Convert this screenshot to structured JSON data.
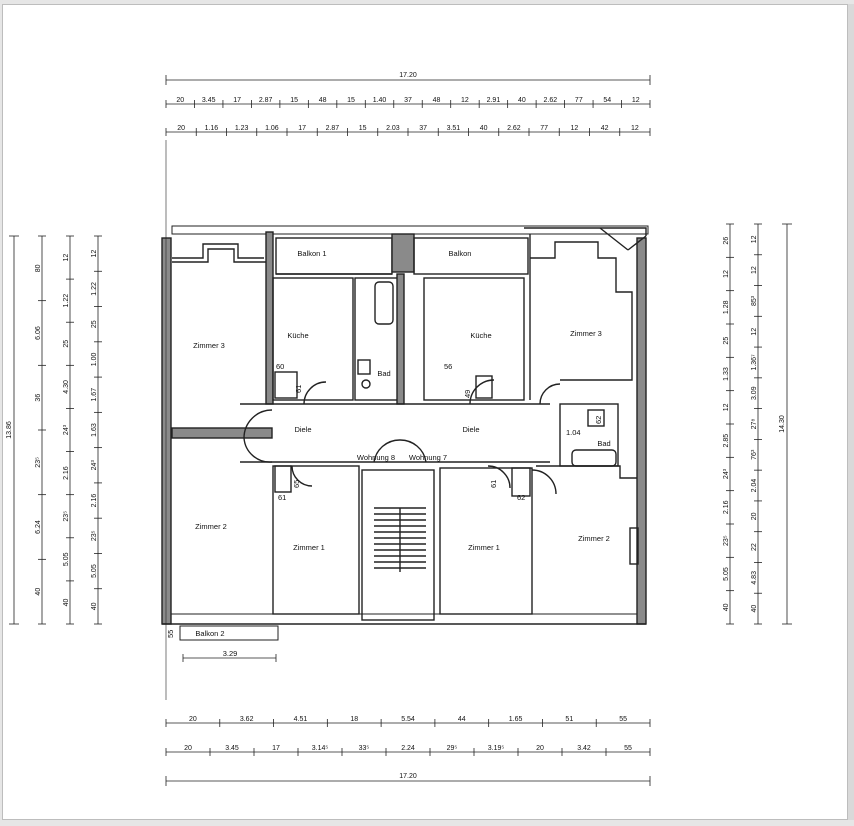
{
  "labels": {
    "balkon_1": "Balkon 1",
    "balkon": "Balkon",
    "balkon_2": "Balkon 2",
    "kueche_l": "Küche",
    "kueche_r": "Küche",
    "bad_l": "Bad",
    "bad_r": "Bad",
    "zimmer3_l": "Zimmer 3",
    "zimmer3_r": "Zimmer 3",
    "zimmer2_l": "Zimmer 2",
    "zimmer2_r": "Zimmer 2",
    "zimmer1_l": "Zimmer 1",
    "zimmer1_r": "Zimmer 1",
    "diele_l": "Diele",
    "diele_r": "Diele",
    "wohnung_8": "Wohnung 8",
    "wohnung_7": "Wohnung 7"
  },
  "small_dims": {
    "k60": "60",
    "k61": "61",
    "k56": "56",
    "k49": "49",
    "d65": "65",
    "d61": "61",
    "d61b": "61",
    "d62": "62",
    "b104": "1.04",
    "b62": "62",
    "b55": "55",
    "b329": "3.29"
  },
  "top": {
    "total": "17.20",
    "row1": [
      "20",
      "3.45",
      "17",
      "2.87",
      "15",
      "48",
      "15",
      "1.40",
      "37",
      "48",
      "12",
      "2.91",
      "40",
      "2.62",
      "77",
      "54",
      "12"
    ],
    "row2": [
      "20",
      "1.16",
      "1.23",
      "1.06",
      "17",
      "2.87",
      "15",
      "2.03",
      "37",
      "3.51",
      "40",
      "2.62",
      "77",
      "12",
      "42",
      "12"
    ]
  },
  "bottom": {
    "total": "17.20",
    "row1": [
      "20",
      "3.62",
      "4.51",
      "18",
      "5.54",
      "44",
      "1.65",
      "51",
      "55"
    ],
    "row2": [
      "20",
      "3.45",
      "17",
      "3.14⁵",
      "33⁵",
      "2.24",
      "29⁵",
      "3.19⁵",
      "20",
      "3.42",
      "55"
    ]
  },
  "left": {
    "total": "13.86",
    "col1": [
      "80",
      "6.06",
      "36",
      "23⁵",
      "6.24",
      "40"
    ],
    "col2": [
      "12",
      "1.22",
      "25",
      "4.30",
      "24³",
      "2.16",
      "23⁵",
      "5.05",
      "40"
    ],
    "col3": [
      "12",
      "1.22",
      "25",
      "1.00",
      "1.67",
      "1.63",
      "24³",
      "2.16",
      "23⁵",
      "5.05",
      "40"
    ]
  },
  "right": {
    "total": "14.30",
    "col1": [
      "26",
      "12",
      "1.28",
      "25",
      "1.33",
      "12",
      "2.85",
      "24³",
      "2.16",
      "23⁵",
      "5.05",
      "40"
    ],
    "col2": [
      "12",
      "12",
      "85³",
      "12",
      "1.36⁷",
      "3.09",
      "27⁸",
      "76³",
      "2.04",
      "20",
      "22",
      "4.83",
      "40"
    ]
  }
}
